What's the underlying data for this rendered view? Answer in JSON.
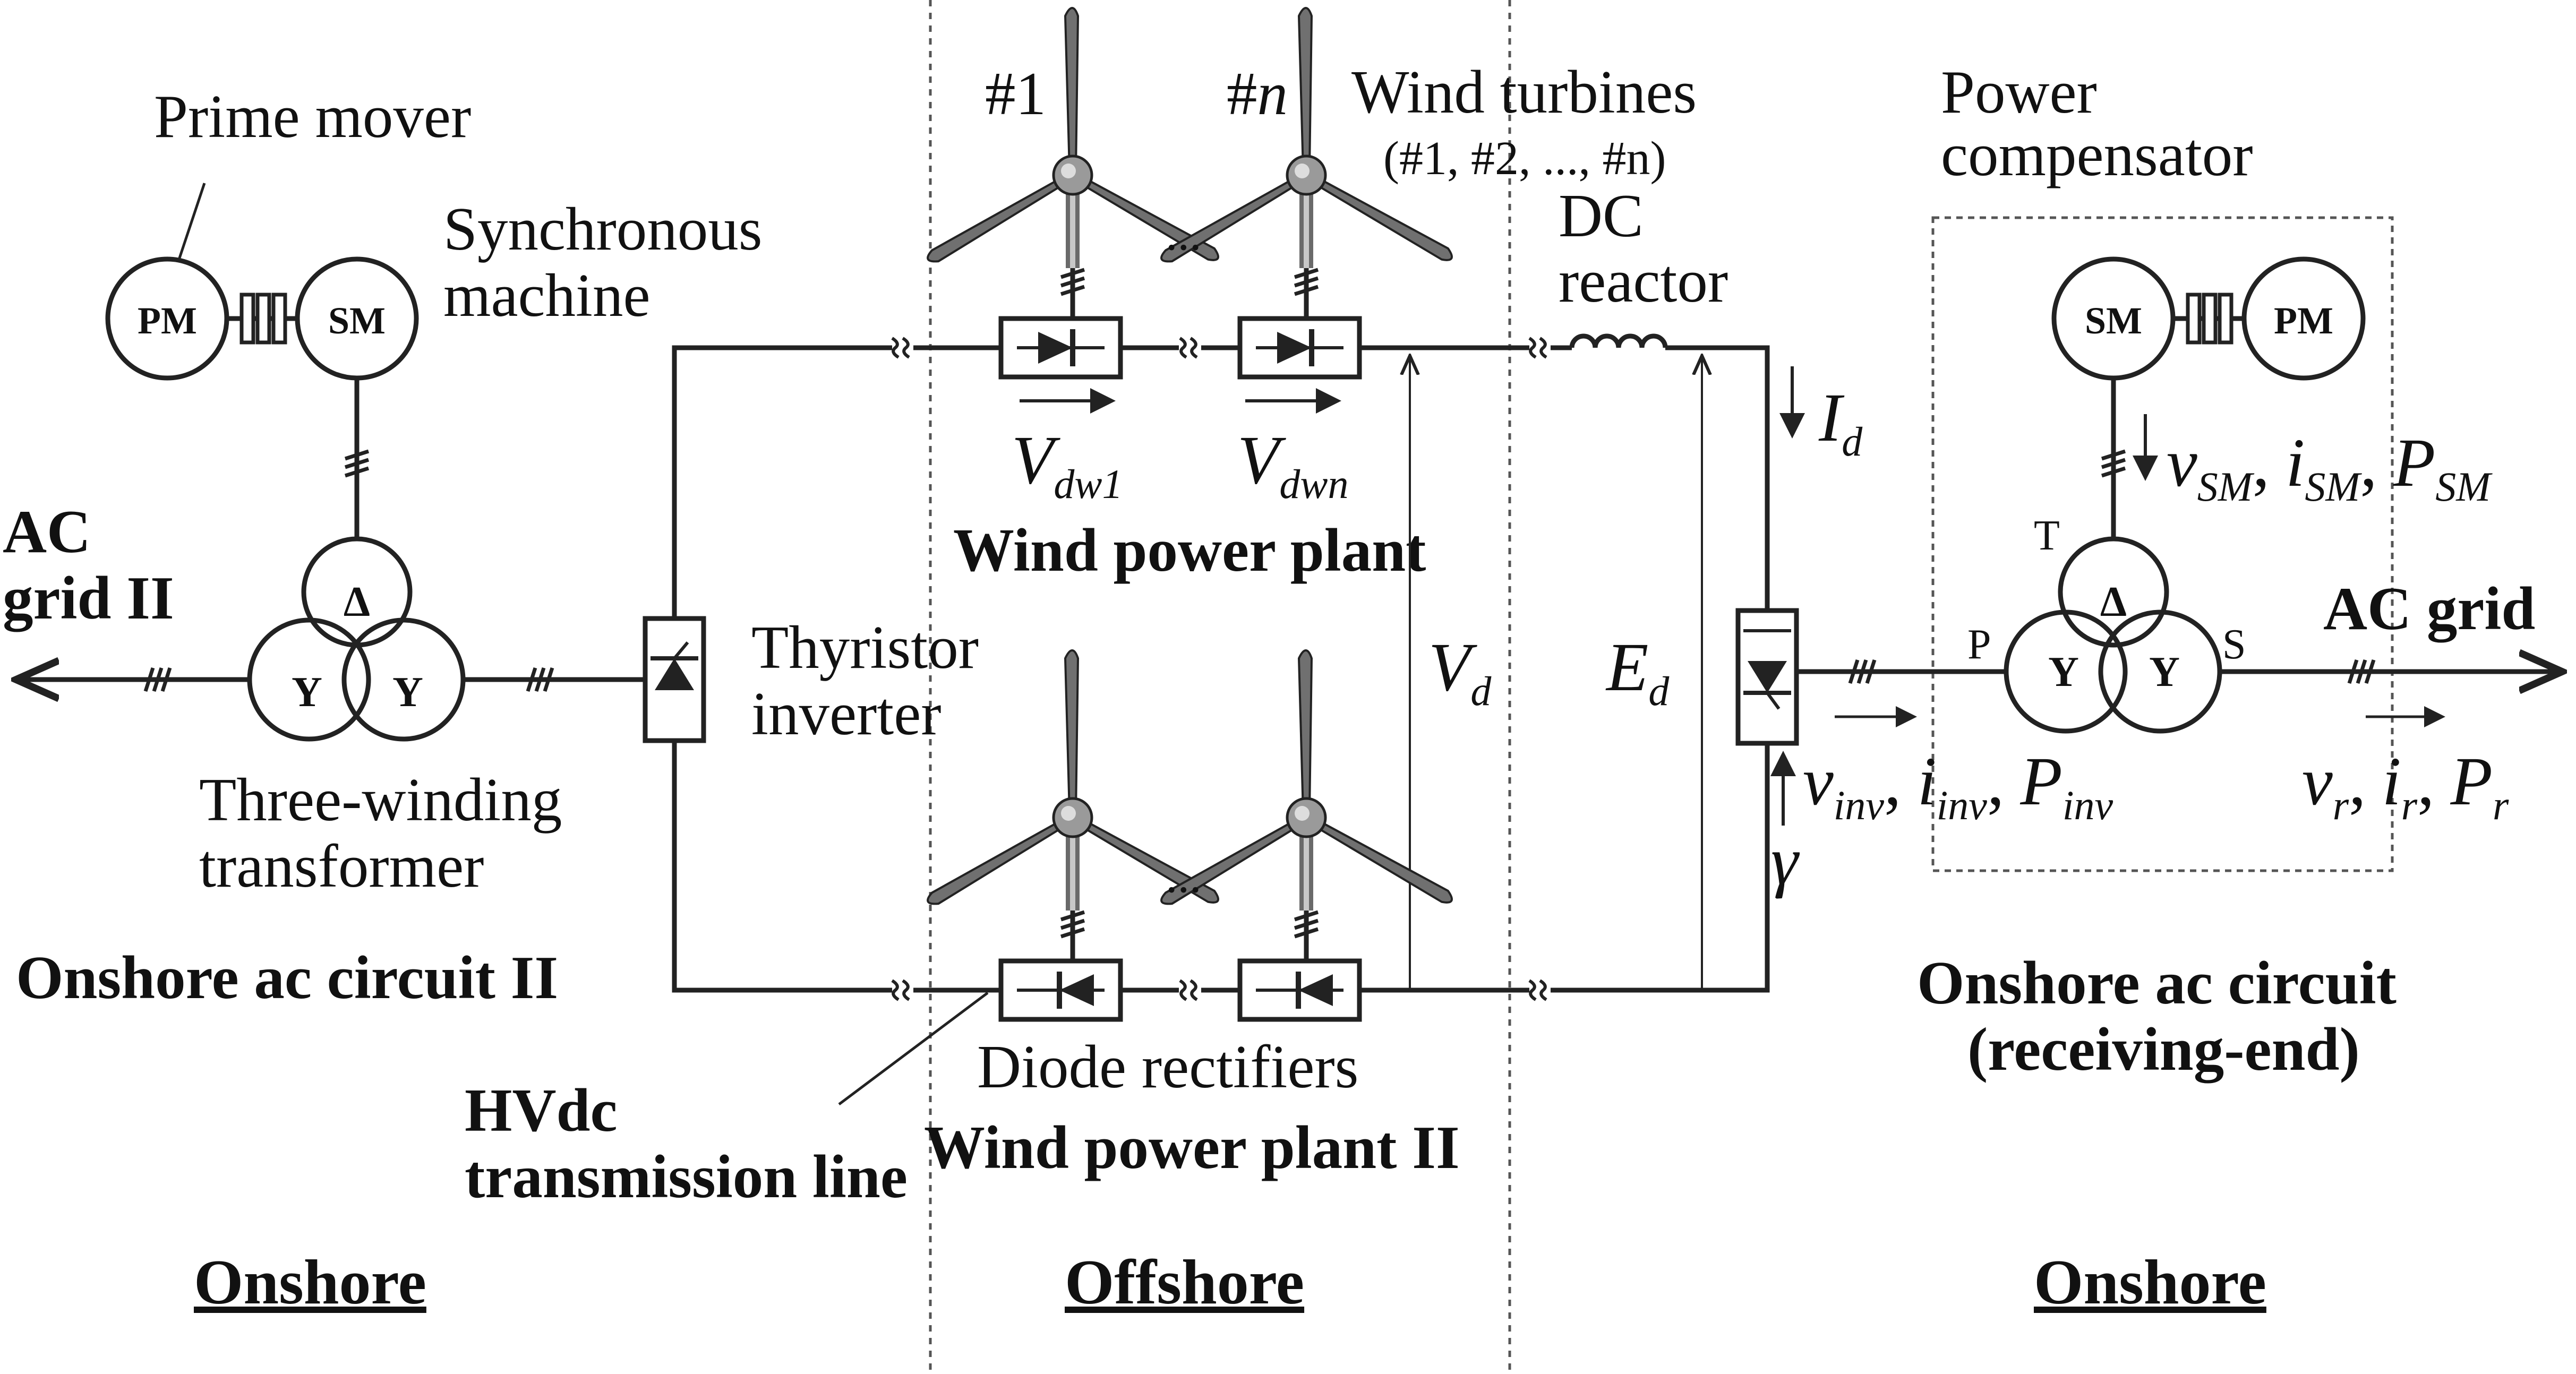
{
  "regions": {
    "left": "Onshore",
    "middle": "Offshore",
    "right": "Onshore"
  },
  "labels": {
    "prime_mover": "Prime mover",
    "synchronous_machine_1": "Synchronous",
    "synchronous_machine_2": "machine",
    "pm": "PM",
    "sm": "SM",
    "delta": "Δ",
    "y": "Y",
    "ac_grid_ii_1": "AC",
    "ac_grid_ii_2": "grid II",
    "three_winding_1": "Three-winding",
    "three_winding_2": "transformer",
    "onshore_ac_circuit_ii": "Onshore ac circuit II",
    "hvdc_1": "HVdc",
    "hvdc_2": "transmission line",
    "thyristor_1": "Thyristor",
    "thyristor_2": "inverter",
    "turbine_1": "#1",
    "turbine_n_hash": "#",
    "turbine_n_var": "n",
    "ellipsis": "...",
    "wind_turbines_1": "Wind turbines",
    "wind_turbines_2": "(#1, #2, ..., #n)",
    "dc_reactor_1": "DC",
    "dc_reactor_2": "reactor",
    "wind_power_plant": "Wind power plant",
    "wind_power_plant_ii": "Wind power plant II",
    "diode_rectifiers": "Diode rectifiers",
    "v": "V",
    "dw1": "dw1",
    "dwn": "dwn",
    "d": "d",
    "e": "E",
    "i": "I",
    "gamma": "γ",
    "power_compensator_1": "Power",
    "power_compensator_2": "compensator",
    "T": "T",
    "P": "P",
    "S": "S",
    "ac_grid": "AC grid",
    "sm_quantities_v": "v",
    "sm_quantities_sm": "SM",
    "sm_quantities_i": "i",
    "sm_quantities_P": "P",
    "inv_v": "v",
    "inv_i": "i",
    "inv_P": "P",
    "inv_sub": "inv",
    "r_v": "v",
    "r_i": "i",
    "r_P": "P",
    "r_sub": "r",
    "comma": ",",
    "onshore_ac_receiving_1": "Onshore ac circuit",
    "onshore_ac_receiving_2": "(receiving-end)"
  }
}
